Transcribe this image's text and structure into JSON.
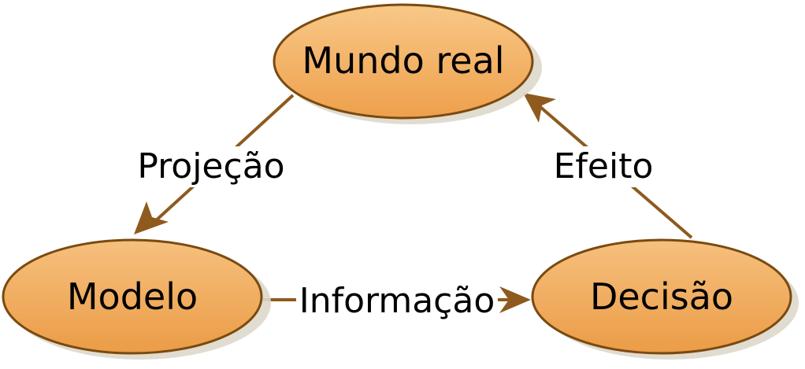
{
  "colors": {
    "node_fill_light": "#F7C27A",
    "node_fill_dark": "#EFA24E",
    "node_stroke": "#7A4A10",
    "edge": "#8E5A1E",
    "shadow": "#D9D3C7"
  },
  "nodes": {
    "mundo_real": {
      "label": "Mundo real"
    },
    "modelo": {
      "label": "Modelo"
    },
    "decisao": {
      "label": "Decisão"
    }
  },
  "edges": {
    "projecao": {
      "label": "Projeção",
      "from": "Mundo real",
      "to": "Modelo"
    },
    "informacao": {
      "label": "Informação",
      "from": "Modelo",
      "to": "Decisão"
    },
    "efeito": {
      "label": "Efeito",
      "from": "Decisão",
      "to": "Mundo real"
    }
  }
}
